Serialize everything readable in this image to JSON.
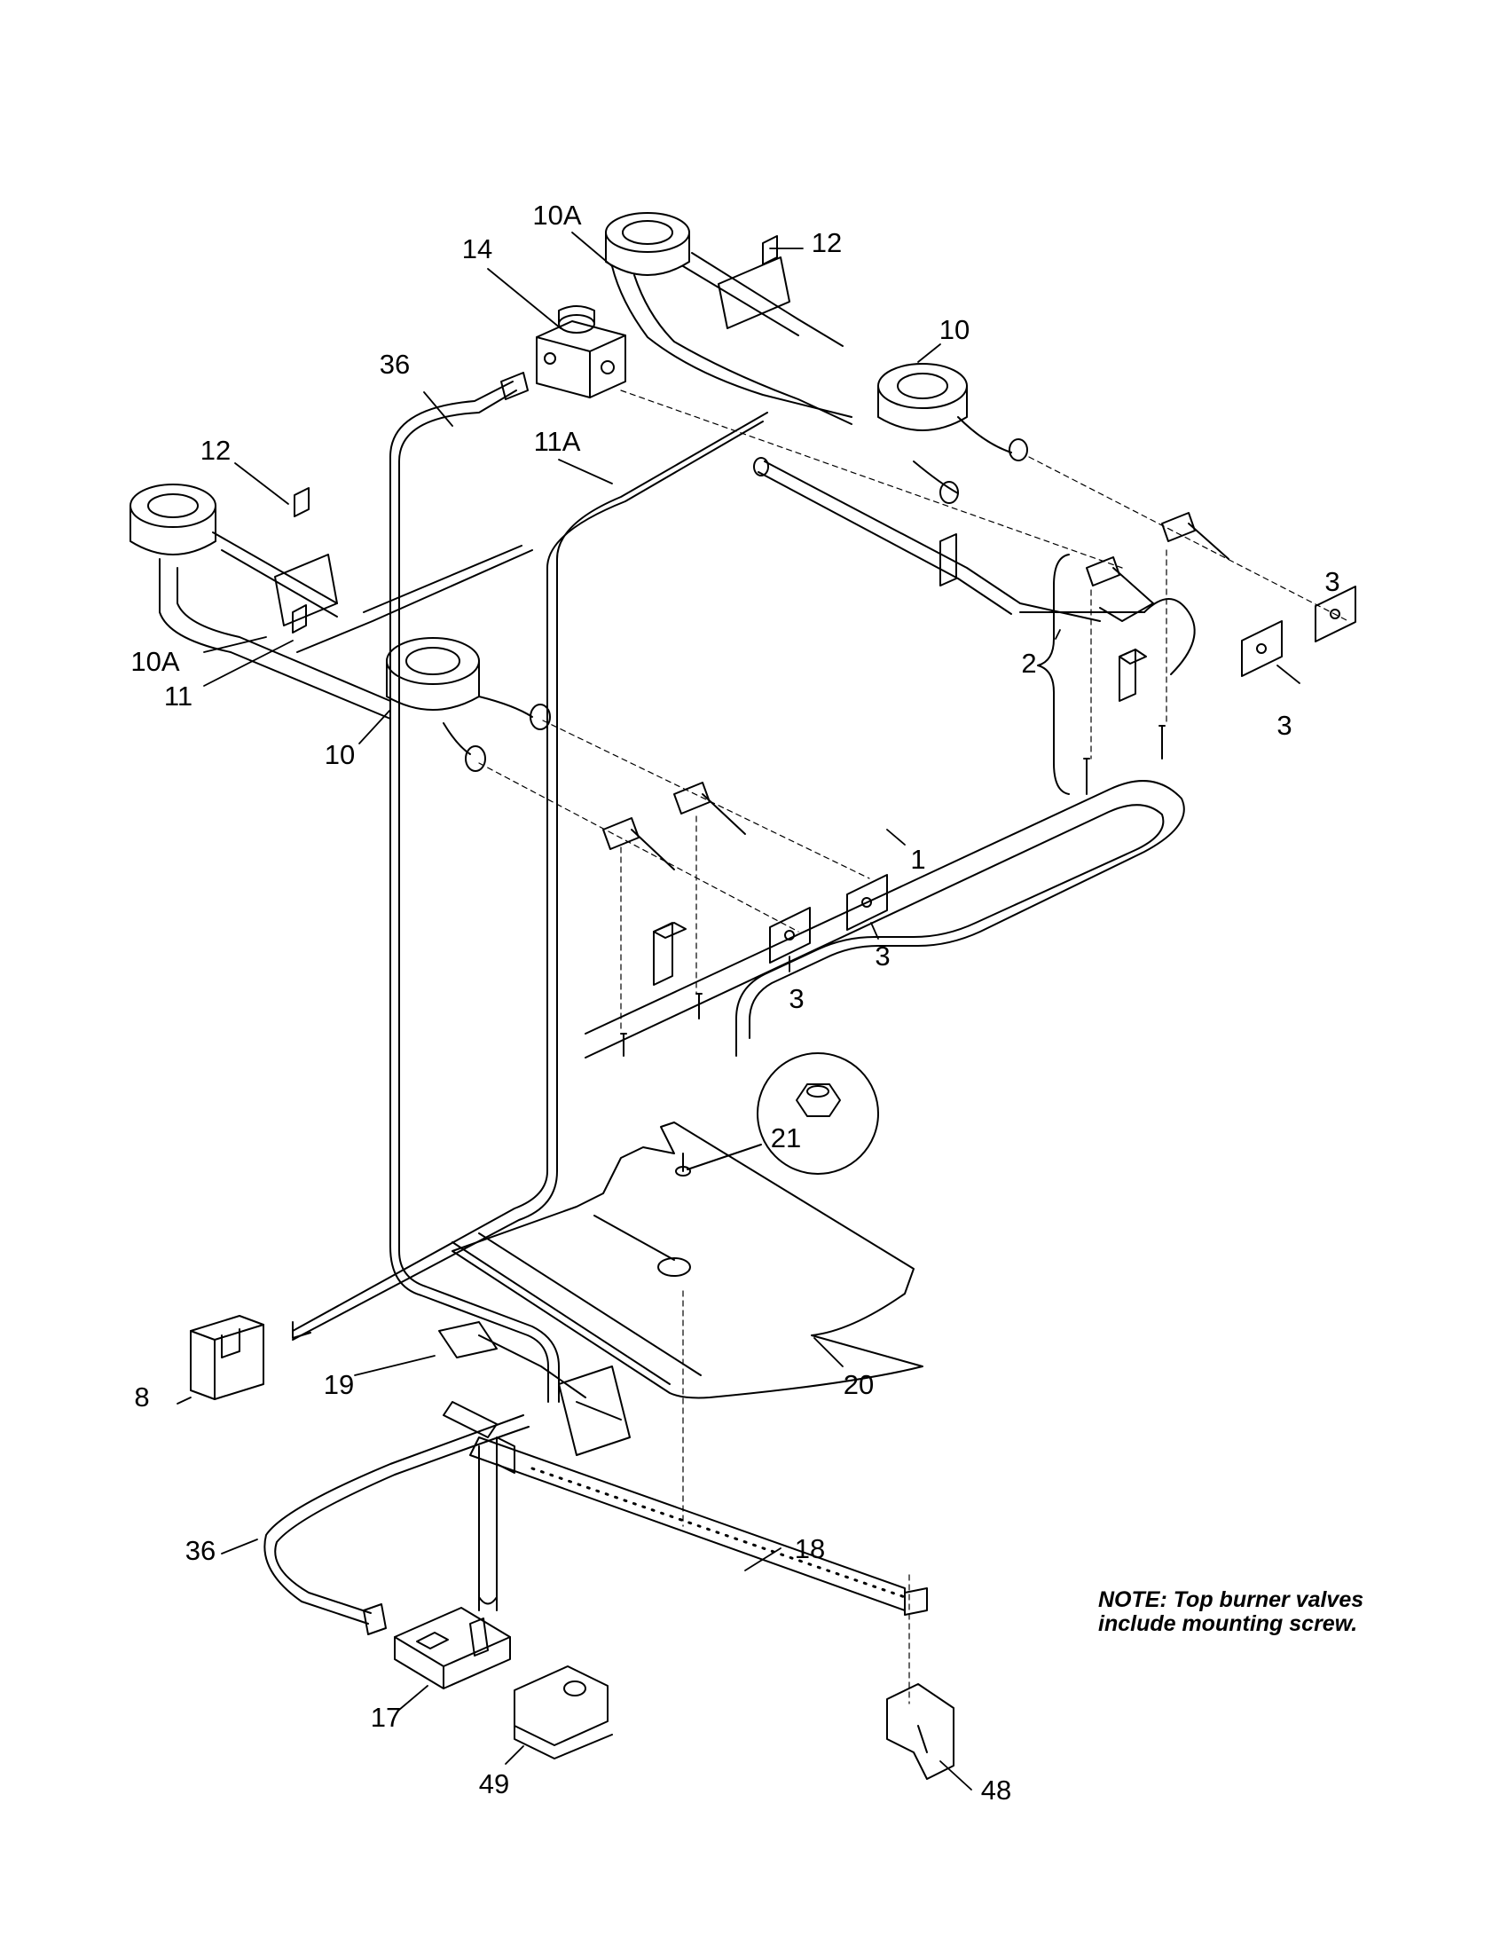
{
  "labels": {
    "l10A_top": "10A",
    "l12_top": "12",
    "l14": "14",
    "l10_top": "10",
    "l36_top": "36",
    "l11A": "11A",
    "l12_left": "12",
    "l3_a": "3",
    "l2": "2",
    "l10A_left": "10A",
    "l3_b": "3",
    "l11": "11",
    "l10_left": "10",
    "l1": "1",
    "l3_c": "3",
    "l3_d": "3",
    "l21": "21",
    "l8": "8",
    "l19": "19",
    "l20": "20",
    "l18": "18",
    "l36_bottom": "36",
    "l17": "17",
    "l49": "49",
    "l48": "48"
  },
  "note": {
    "line1": "NOTE: Top burner valves",
    "line2": "include mounting screw."
  }
}
